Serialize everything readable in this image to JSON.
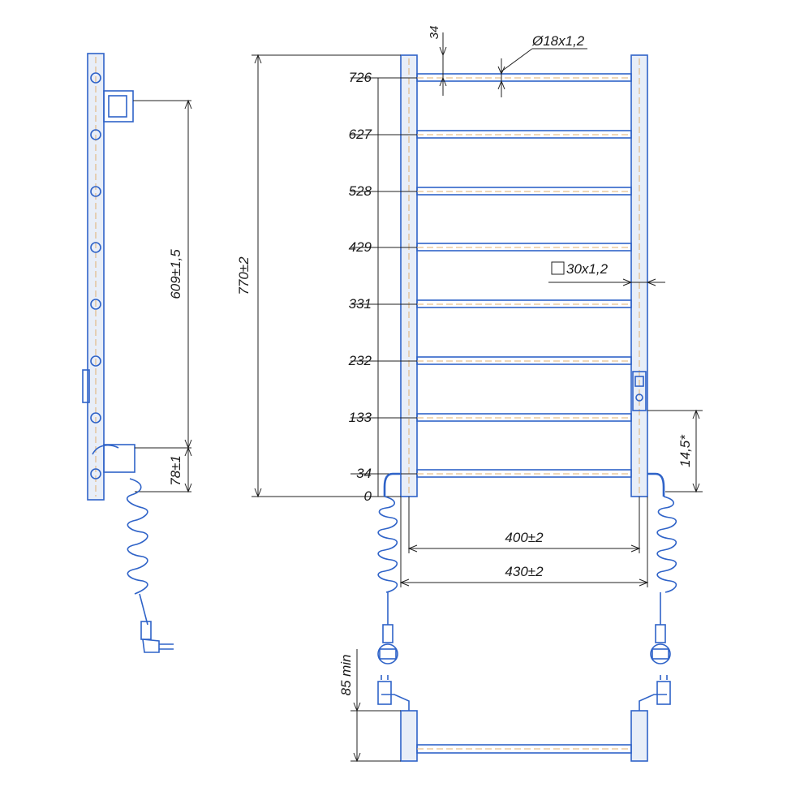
{
  "front_view": {
    "rung_heights": [
      "726",
      "627",
      "528",
      "429",
      "331",
      "232",
      "133",
      "34",
      "0"
    ],
    "top_offset_label": "34",
    "pipe_diameter_label": "Ø18x1,2",
    "post_section_label": "30x1,2",
    "total_height_label": "770±2",
    "inner_width_label": "400±2",
    "outer_width_label": "430±2",
    "connector_offset_label": "14,5*",
    "plug_min_label": "85 min"
  },
  "side_view": {
    "mount_distance_label": "609±1,5",
    "bottom_mount_label": "78±1"
  },
  "colors": {
    "pipe": "#2f63c8",
    "axis": "#e0b070",
    "dimension": "#222222"
  }
}
